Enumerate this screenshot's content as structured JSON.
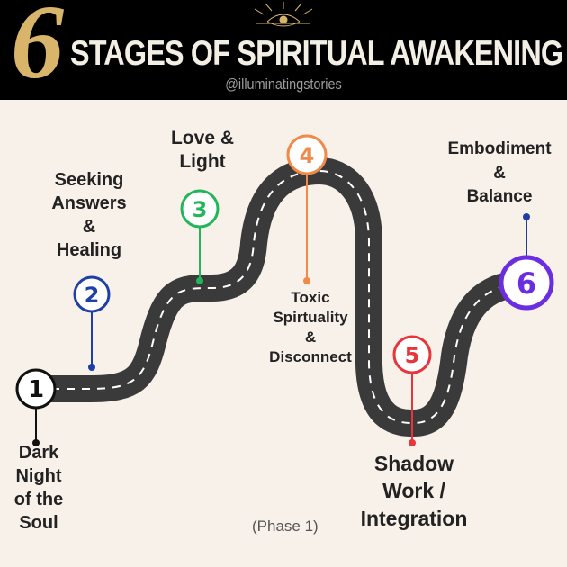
{
  "header": {
    "big_number": "6",
    "title": "STAGES OF SPIRITUAL AWAKENING",
    "handle": "@illuminatingstories"
  },
  "stages": [
    {
      "number": "1",
      "label_lines": [
        "Dark",
        "Night",
        "of the",
        "Soul"
      ],
      "color": "#111111"
    },
    {
      "number": "2",
      "label_lines": [
        "Seeking",
        "Answers",
        "&",
        "Healing"
      ],
      "color": "#1d3fa6"
    },
    {
      "number": "3",
      "label_lines": [
        "Love &",
        "Light"
      ],
      "color": "#22b55a"
    },
    {
      "number": "4",
      "label_lines": [
        "Toxic",
        "Spirtuality",
        "&",
        "Disconnect"
      ],
      "color": "#f08a4b"
    },
    {
      "number": "5",
      "label_lines": [
        "Shadow",
        "Work /",
        "Integration"
      ],
      "color": "#e8343b"
    },
    {
      "number": "6",
      "label_lines": [
        "Embodiment",
        "&",
        "Balance"
      ],
      "color": "#6a2ee0"
    }
  ],
  "footer": {
    "phase": "(Phase 1)"
  },
  "colors": {
    "road": "#3a3a3a",
    "road_dash": "#ffffff",
    "background": "#f8f1ea",
    "gold": "#d8b56a"
  }
}
